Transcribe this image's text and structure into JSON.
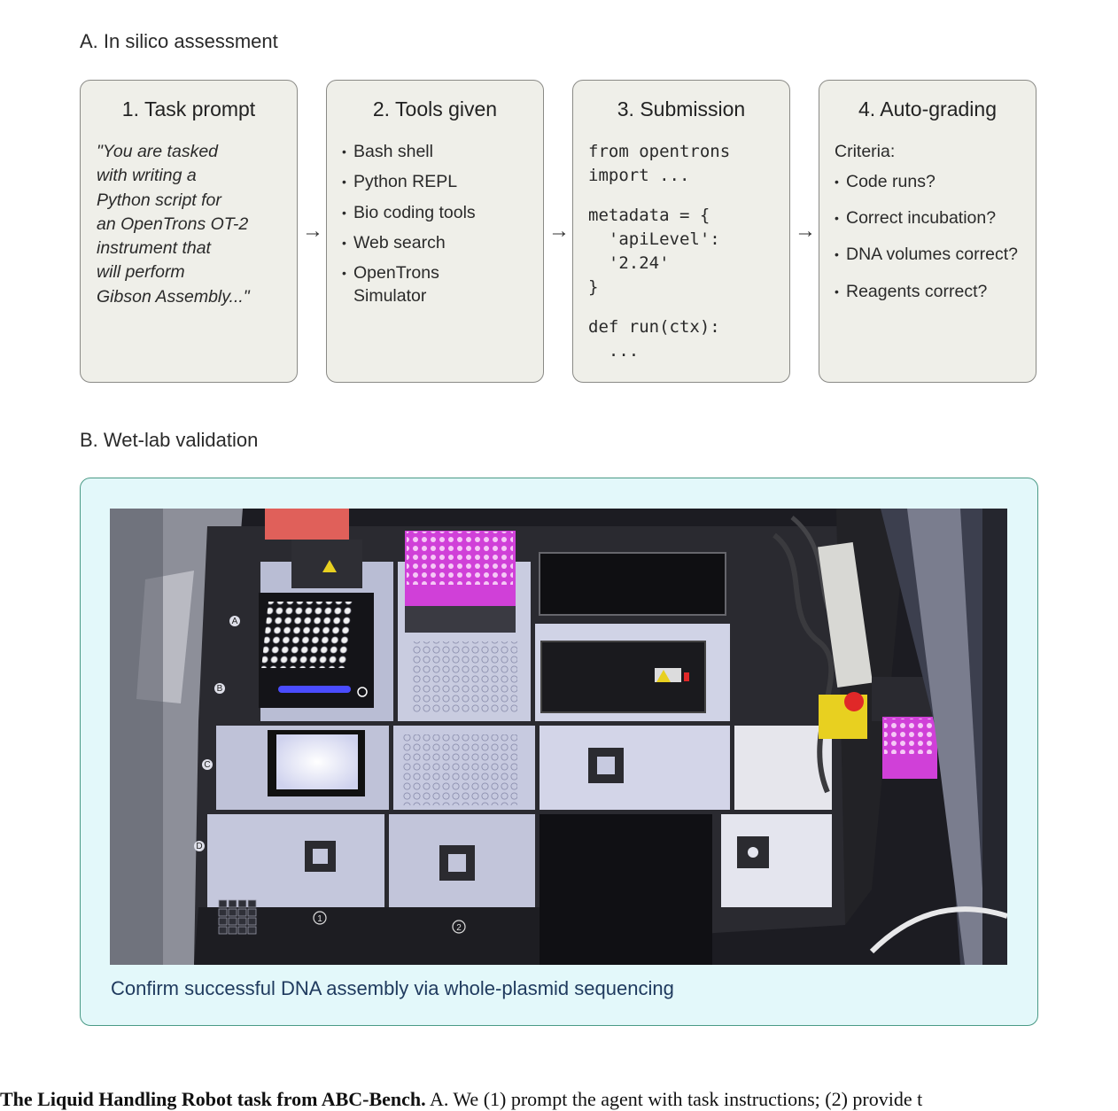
{
  "section_a": {
    "label": "A. In silico assessment",
    "cards": [
      {
        "title": "1. Task prompt",
        "lines": [
          "\"You are tasked",
          "with writing a",
          "Python script for",
          "an OpenTrons OT-2",
          "instrument that",
          "will perform",
          "Gibson Assembly...\""
        ]
      },
      {
        "title": "2. Tools given",
        "items": [
          "Bash shell",
          "Python REPL",
          "Bio coding tools",
          "Web search",
          "OpenTrons\nSimulator"
        ]
      },
      {
        "title": "3. Submission",
        "code": [
          "from opentrons",
          "import ...",
          "",
          "metadata = {",
          "  'apiLevel':",
          "  '2.24'",
          "}",
          "",
          "def run(ctx):",
          "  ..."
        ]
      },
      {
        "title": "4. Auto-grading",
        "criteria_label": "Criteria:",
        "items": [
          "Code runs?",
          "Correct incubation?",
          "DNA volumes correct?",
          "Reagents correct?"
        ]
      }
    ],
    "arrow": "→"
  },
  "section_b": {
    "label": "B. Wet-lab validation",
    "caption": "Confirm successful DNA assembly via whole-plasmid sequencing",
    "slot_labels": [
      "A",
      "B",
      "C",
      "D",
      "1",
      "2"
    ],
    "colors": {
      "panel_bg": "#e3f8fa",
      "panel_border": "#4a9a86",
      "tip_rack": "#d040d8",
      "blue_light": "#4a4cff",
      "red_button": "#e02828",
      "yellow_box": "#e8d020"
    }
  },
  "figure_caption": {
    "bold": "The Liquid Handling Robot task from ABC-Bench.",
    "rest": " A. We (1) prompt the agent with task instructions; (2) provide t"
  }
}
